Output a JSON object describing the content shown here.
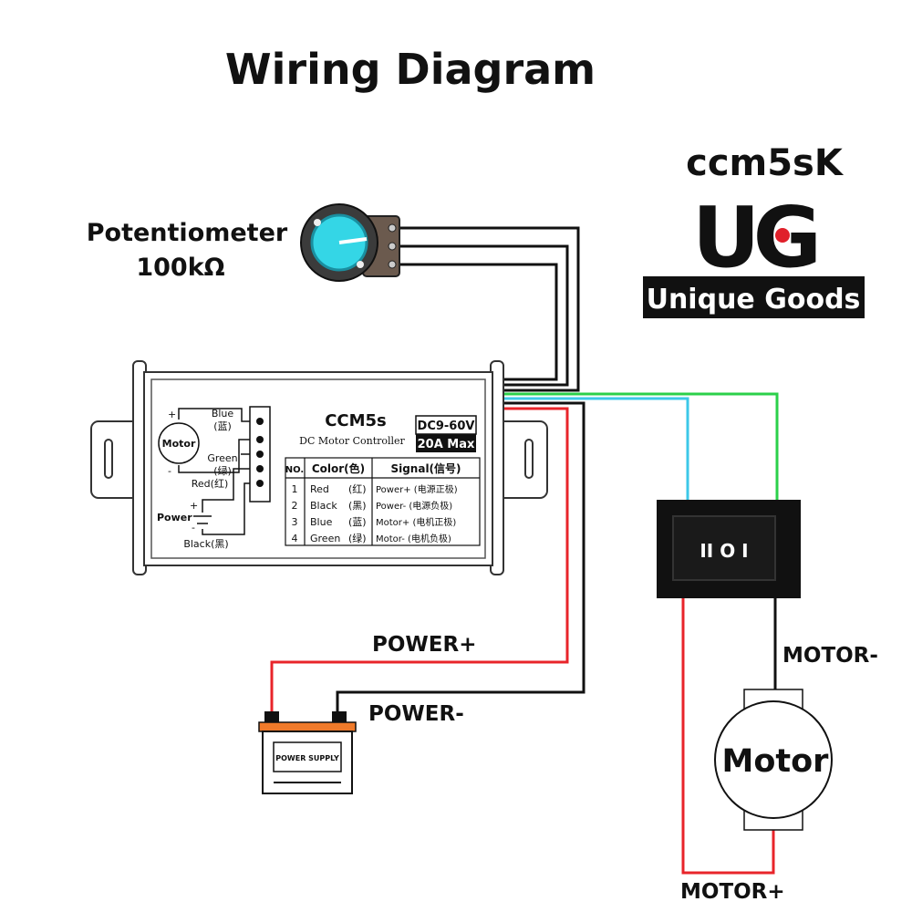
{
  "title": "Wiring Diagram",
  "brand": {
    "model": "ccm5sK",
    "logo_text": "UG",
    "tagline": "Unique Goods"
  },
  "potentiometer": {
    "label": "Potentiometer",
    "value": "100kΩ"
  },
  "controller": {
    "logo": "CCM5s",
    "subtitle": "DC Motor Controller",
    "voltage": "DC9-60V",
    "current": "20A Max",
    "inner_diagram": {
      "motor": "Motor",
      "blue": "Blue",
      "blue_cn": "(蓝)",
      "green": "Green",
      "green_cn": "(绿)",
      "red": "Red(红)",
      "power": "Power",
      "black": "Black(黑)",
      "plus": "+",
      "minus": "-"
    },
    "table": {
      "headers": [
        "NO.",
        "Color(色)",
        "Signal(信号)"
      ],
      "rows": [
        {
          "no": "1",
          "color": "Red",
          "color_cn": "(红)",
          "signal": "Power+ (电源正极)"
        },
        {
          "no": "2",
          "color": "Black",
          "color_cn": "(黑)",
          "signal": "Power- (电源负极)"
        },
        {
          "no": "3",
          "color": "Blue",
          "color_cn": "(蓝)",
          "signal": "Motor+ (电机正极)"
        },
        {
          "no": "4",
          "color": "Green",
          "color_cn": "(绿)",
          "signal": "Motor- (电机负极)"
        }
      ]
    }
  },
  "switch": {
    "label": "II O I"
  },
  "power_supply": {
    "label": "POWER SUPPLY"
  },
  "motor": {
    "label": "Motor"
  },
  "labels": {
    "power_plus": "POWER+",
    "power_minus": "POWER-",
    "motor_minus": "MOTOR-",
    "motor_plus": "MOTOR+"
  },
  "colors": {
    "red_wire": "#e8242a",
    "black_wire": "#111111",
    "blue_wire": "#3cc8e8",
    "green_wire": "#2bd04a",
    "knob": "#34d6e6",
    "logo_dot": "#e0202a",
    "battery_top": "#f07a2a"
  }
}
